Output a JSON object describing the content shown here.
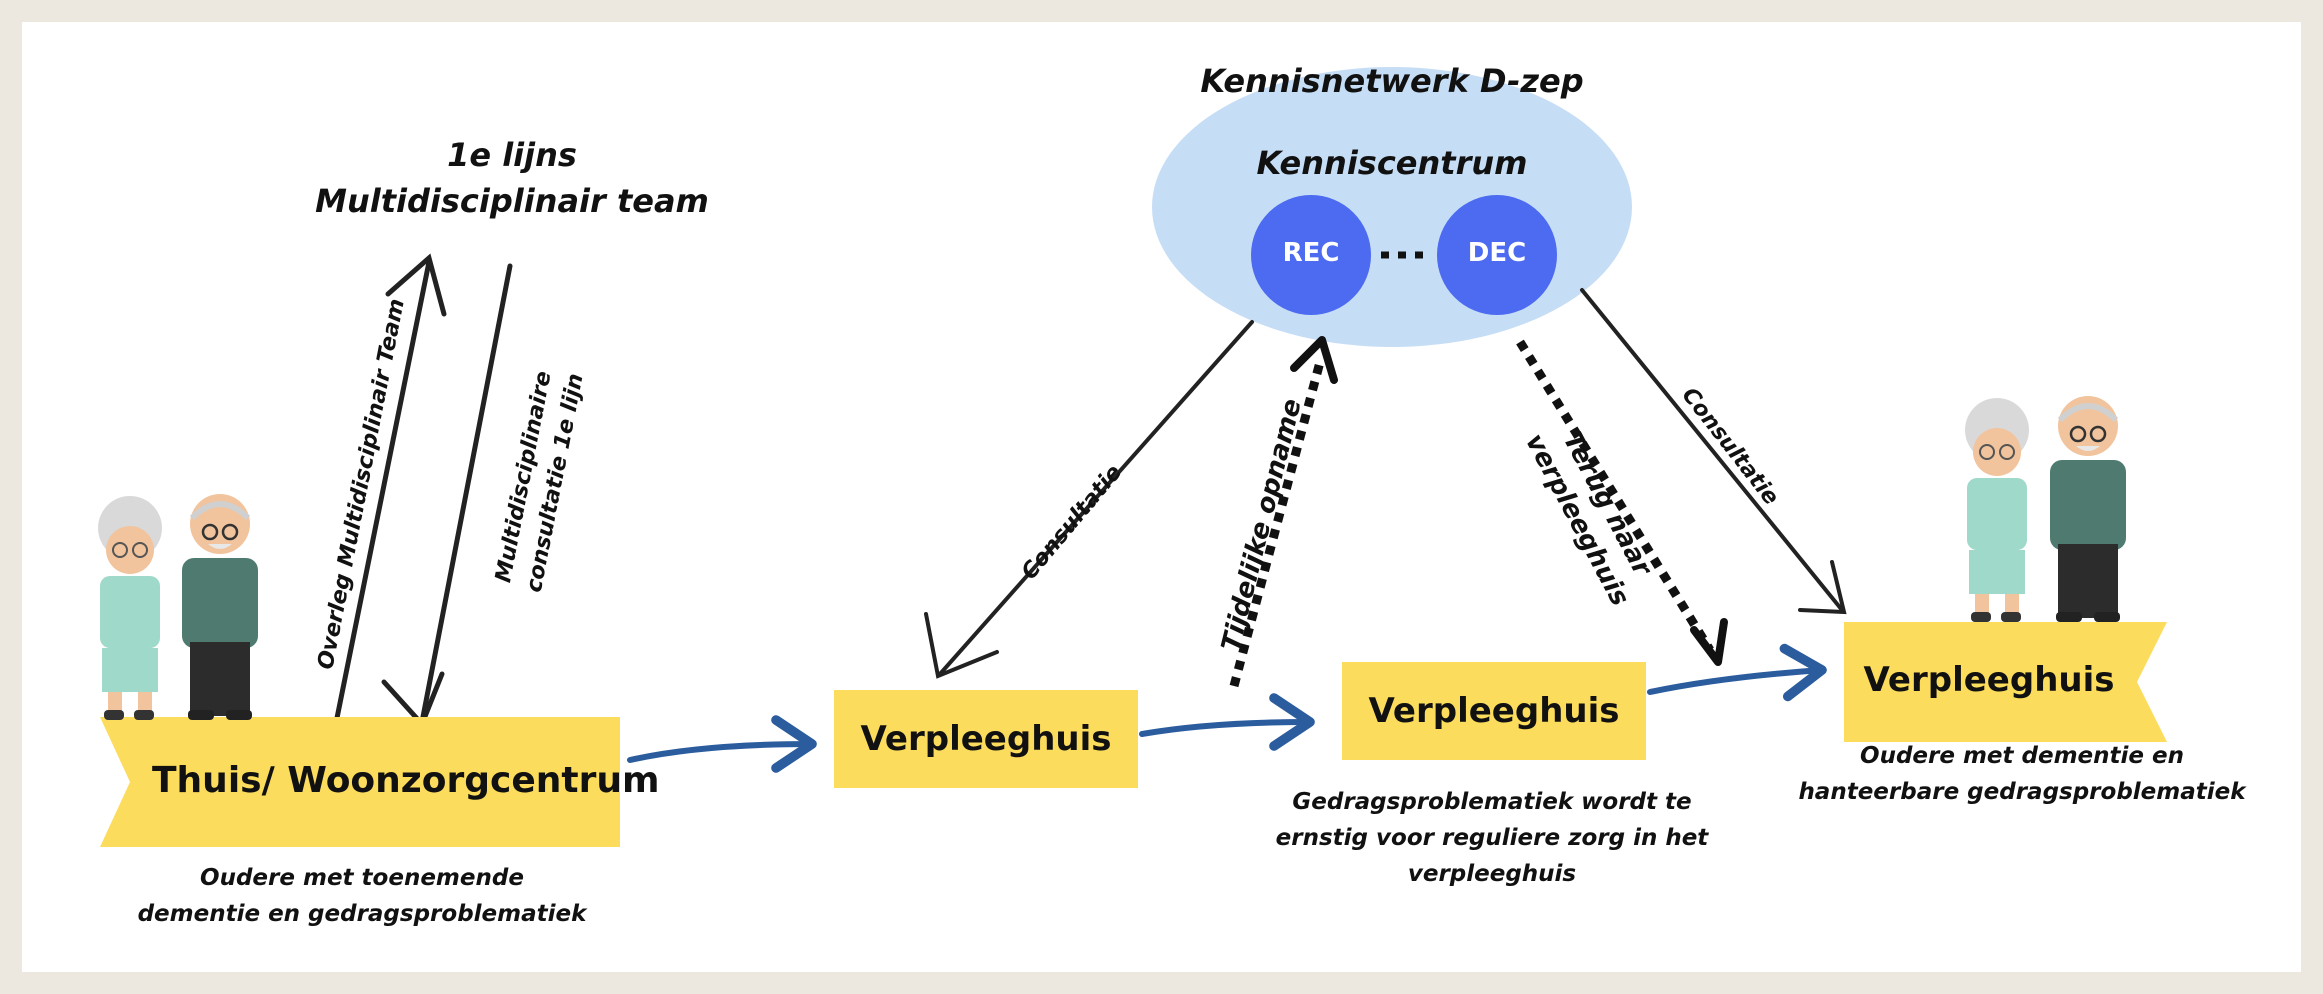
{
  "network_title": "Kennisnetwerk D-zep",
  "kenniscentrum": {
    "label": "Kenniscentrum",
    "nodes": [
      "REC",
      "DEC"
    ]
  },
  "first_line_team": {
    "line1": "1e lijns",
    "line2": "Multidisciplinair team"
  },
  "arrows": {
    "overleg": "Overleg Multidisciplinair Team",
    "consult_line1": "Multidisciplinaire",
    "consult_line2": "consultatie 1e lijn",
    "consultatie_left": "Consultatie",
    "consultatie_right": "Consultatie",
    "tijdelijke": "Tijdelijke opname",
    "terug_line1": "Terug naar",
    "terug_line2": "verpleeghuis"
  },
  "stages": {
    "home": {
      "label": "Thuis/ Woonzorgcentrum",
      "caption_line1": "Oudere met toenemende",
      "caption_line2": "dementie en gedragsproblematiek"
    },
    "nh1": {
      "label": "Verpleeghuis"
    },
    "nh2": {
      "label": "Verpleeghuis",
      "caption_line1": "Gedragsproblematiek wordt te",
      "caption_line2": "ernstig voor reguliere zorg in het",
      "caption_line3": "verpleeghuis"
    },
    "nh3": {
      "label": "Verpleeghuis",
      "caption_line1": "Oudere met dementie en",
      "caption_line2": "hanteerbare gedragsproblematiek"
    }
  },
  "colors": {
    "yellow": "#fbdc5c",
    "blue_arrow": "#2b5c9e",
    "ellipse": "#c6ddf6",
    "node": "#4c6bf0"
  }
}
